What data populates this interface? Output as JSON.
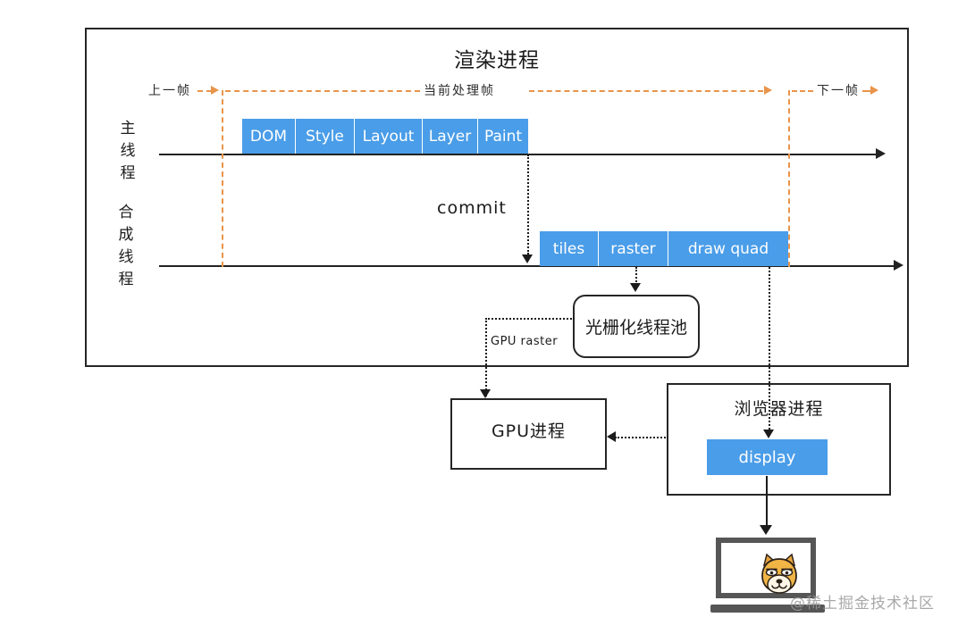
{
  "diagram": {
    "title": "渲染进程",
    "watermark": "@稀土掘金技术社区",
    "accent_blue": "#4a9de8",
    "accent_orange": "#e8944a",
    "stroke": "#262626"
  },
  "frames": {
    "previous_label": "上一帧",
    "current_label": "当前处理帧",
    "next_label": "下一帧"
  },
  "threads": {
    "main": {
      "label": "主线程",
      "blocks": [
        {
          "label": "DOM",
          "width": 60
        },
        {
          "label": "Style",
          "width": 66
        },
        {
          "label": "Layout",
          "width": 76
        },
        {
          "label": "Layer",
          "width": 62
        },
        {
          "label": "Paint",
          "width": 56
        }
      ]
    },
    "compositor": {
      "label": "合成线程",
      "blocks": [
        {
          "label": "tiles",
          "width": 66
        },
        {
          "label": "raster",
          "width": 78
        },
        {
          "label": "draw quad",
          "width": 134
        }
      ]
    }
  },
  "connectors": {
    "commit": "commit",
    "gpu_raster": "GPU raster"
  },
  "nodes": {
    "raster_pool": "光栅化线程池",
    "gpu_process": "GPU进程",
    "browser_process": "浏览器进程",
    "display": "display"
  }
}
